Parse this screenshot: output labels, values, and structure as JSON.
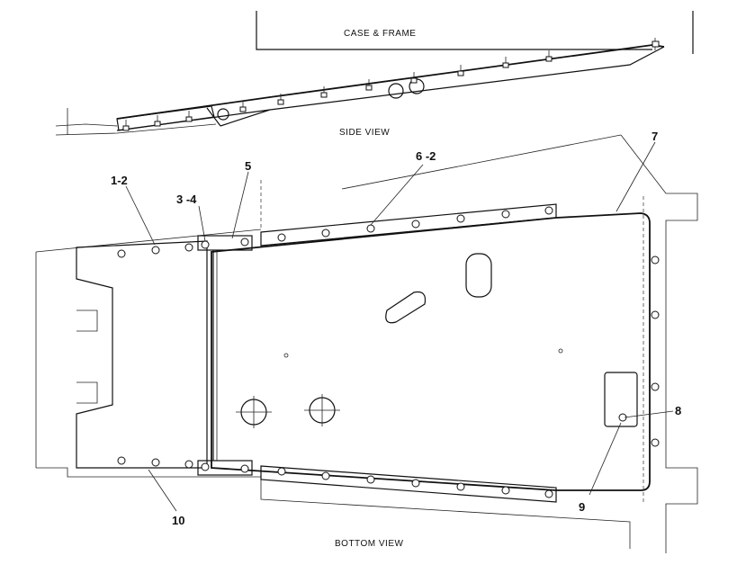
{
  "captions": {
    "case_frame": "CASE & FRAME",
    "side_view": "SIDE VIEW",
    "bottom_view": "BOTTOM VIEW"
  },
  "callouts": {
    "c1": "1-2",
    "c3": "3 -4",
    "c5": "5",
    "c6": "6 -2",
    "c7": "7",
    "c8": "8",
    "c9": "9",
    "c10": "10"
  }
}
